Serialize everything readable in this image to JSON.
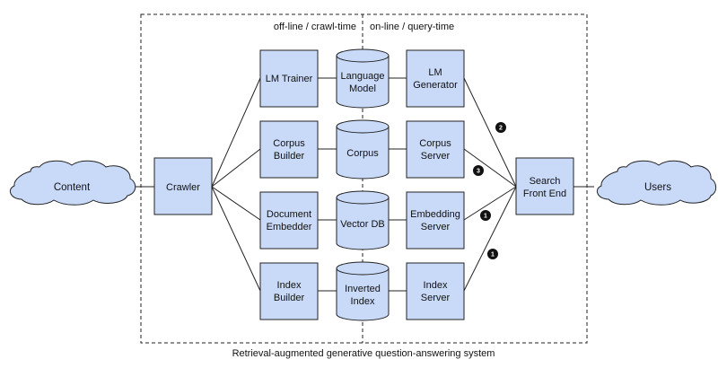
{
  "colors": {
    "box_fill": "#c9daf8",
    "stroke": "#222222",
    "cloud_fill": "#c9daf8",
    "badge": "#111111"
  },
  "regions": {
    "offline": "off-line / crawl-time",
    "online": "on-line / query-time"
  },
  "caption": "Retrieval-augmented generative question-answering system",
  "nodes": {
    "content": [
      "Content"
    ],
    "users": [
      "Users"
    ],
    "crawler": [
      "Crawler"
    ],
    "lm_trainer": [
      "LM Trainer"
    ],
    "corpus_builder": [
      "Corpus",
      "Builder"
    ],
    "document_embedder": [
      "Document",
      "Embedder"
    ],
    "index_builder": [
      "Index",
      "Builder"
    ],
    "language_model": [
      "Language",
      "Model"
    ],
    "corpus": [
      "Corpus"
    ],
    "vector_db": [
      "Vector DB"
    ],
    "inverted_index": [
      "Inverted",
      "Index"
    ],
    "lm_generator": [
      "LM",
      "Generator"
    ],
    "corpus_server": [
      "Corpus",
      "Server"
    ],
    "embedding_server": [
      "Embedding",
      "Server"
    ],
    "index_server": [
      "Index",
      "Server"
    ],
    "search_front_end": [
      "Search",
      "Front End"
    ]
  },
  "badges": {
    "lm_generator": "2",
    "corpus_server": "3",
    "embedding_server": "1",
    "index_server": "1"
  }
}
